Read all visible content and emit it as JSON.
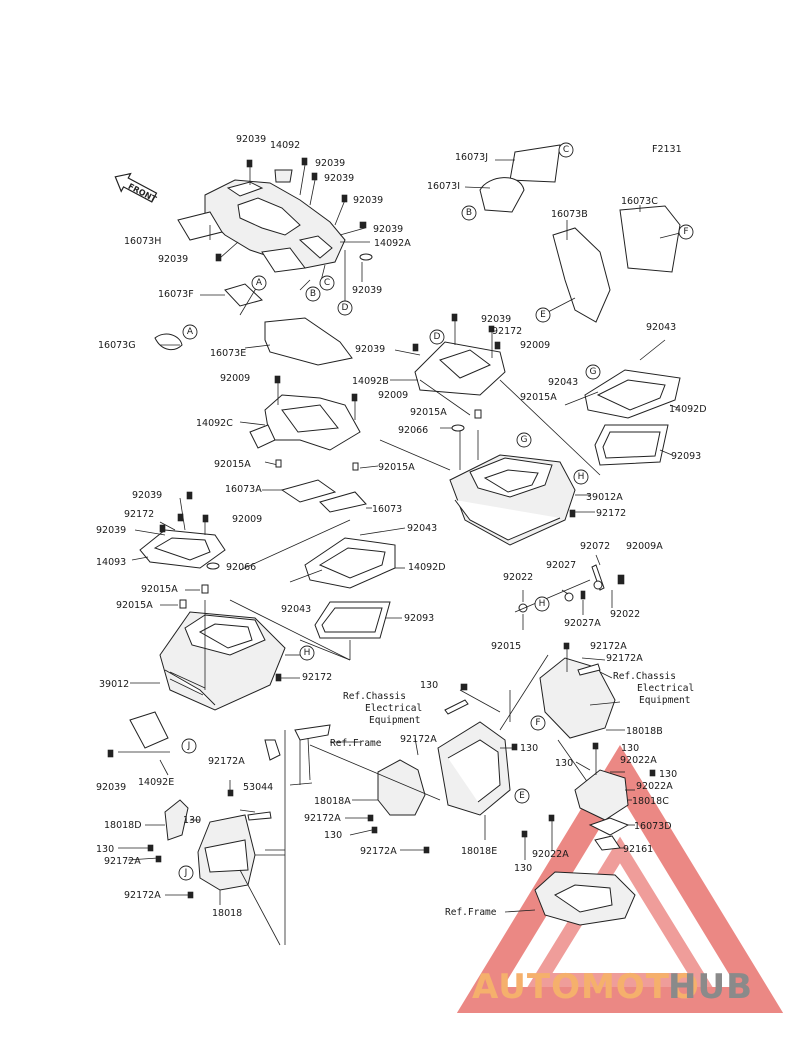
{
  "diagram_code": "F2131",
  "front_arrow_label": "FRONT",
  "watermark": {
    "part1": "AUTOMOTO",
    "part2": "HUB",
    "color_orange": "#f5b06c",
    "color_grey": "#8a8a8a",
    "triangle_color": "#e8736f"
  },
  "callout_letters": [
    "A",
    "B",
    "C",
    "D",
    "E",
    "F",
    "G",
    "H",
    "J"
  ],
  "labels": {
    "l_92039_a": "92039",
    "l_14092": "14092",
    "l_92039_b": "92039",
    "l_92039_c": "92039",
    "l_92039_d": "92039",
    "l_92039_e": "92039",
    "l_14092A": "14092A",
    "l_16073H": "16073H",
    "l_92039_f": "92039",
    "l_16073F": "16073F",
    "l_92039_g": "92039",
    "l_16073G": "16073G",
    "l_16073E": "16073E",
    "l_16073J": "16073J",
    "l_16073I": "16073I",
    "l_16073B": "16073B",
    "l_16073C": "16073C",
    "l_92039_h": "92039",
    "l_92172_a": "92172",
    "l_92039_i": "92039",
    "l_92009_a": "92009",
    "l_14092B": "14092B",
    "l_92043_a": "92043",
    "l_92043_b": "92043",
    "l_14092D_a": "14092D",
    "l_92009_b": "92009",
    "l_92009_c": "92009",
    "l_14092C": "14092C",
    "l_92015A_a": "92015A",
    "l_92015A_b": "92015A",
    "l_92066_a": "92066",
    "l_92093_a": "92093",
    "l_92015A_c": "92015A",
    "l_92015A_d": "92015A",
    "l_16073A": "16073A",
    "l_16073": "16073",
    "l_39012A": "39012A",
    "l_92172_b": "92172",
    "l_92039_j": "92039",
    "l_92172_c": "92172",
    "l_92039_k": "92039",
    "l_92009_d": "92009",
    "l_92043_c": "92043",
    "l_14093": "14093",
    "l_92066_b": "92066",
    "l_14092D_b": "14092D",
    "l_92015A_e": "92015A",
    "l_92015A_f": "92015A",
    "l_92043_d": "92043",
    "l_92093_b": "92093",
    "l_92072": "92072",
    "l_92009A": "92009A",
    "l_92022_a": "92022",
    "l_92027": "92027",
    "l_92027A": "92027A",
    "l_92022_b": "92022",
    "l_92015": "92015",
    "l_39012": "39012",
    "l_92172_d": "92172",
    "l_92172A_a": "92172A",
    "l_92172A_b": "92172A",
    "l_130_a": "130",
    "l_ref_chassis_1": "Ref.Chassis",
    "l_ref_elec_1": "Electrical",
    "l_ref_equip_1": "Equipment",
    "l_ref_chassis_2": "Ref.Chassis",
    "l_ref_elec_2": "Electrical",
    "l_ref_equip_2": "Equipment",
    "l_18018B": "18018B",
    "l_14092E": "14092E",
    "l_92039_m": "92039",
    "l_ref_frame_1": "Ref.Frame",
    "l_92172A_c": "92172A",
    "l_130_b": "130",
    "l_130_c": "130",
    "l_130_d": "130",
    "l_92022A_a": "92022A",
    "l_130_e": "130",
    "l_92022A_b": "92022A",
    "l_92172A_d": "92172A",
    "l_53044": "53044",
    "l_18018A": "18018A",
    "l_18018C": "18018C",
    "l_130_f": "130",
    "l_18018D": "18018D",
    "l_92172A_e": "92172A",
    "l_16073D": "16073D",
    "l_130_g": "130",
    "l_130_h": "130",
    "l_92022A_c": "92022A",
    "l_92161": "92161",
    "l_92172A_f": "92172A",
    "l_18018E": "18018E",
    "l_130_i": "130",
    "l_92172A_g": "92172A",
    "l_18018": "18018",
    "l_ref_frame_2": "Ref.Frame"
  }
}
